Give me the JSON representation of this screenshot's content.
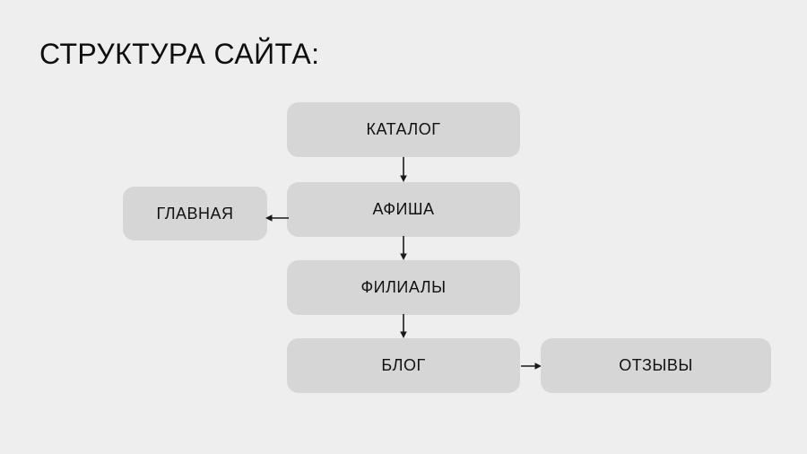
{
  "slide": {
    "title": "СТРУКТУРА САЙТА:",
    "background_color": "#efeeee",
    "node_fill_color": "#d6d6d6",
    "text_color": "#111111",
    "arrow_color": "#1a1a1a"
  },
  "nodes": {
    "catalog": {
      "label": "КАТАЛОГ"
    },
    "main": {
      "label": "ГЛАВНАЯ"
    },
    "poster": {
      "label": "АФИША"
    },
    "branches": {
      "label": "ФИЛИАЛЫ"
    },
    "blog": {
      "label": "БЛОГ"
    },
    "reviews": {
      "label": "ОТЗЫВЫ"
    }
  },
  "connectors": [
    {
      "name": "catalog-to-poster",
      "from": "КАТАЛОГ",
      "to": "АФИША",
      "direction": "down"
    },
    {
      "name": "poster-to-main",
      "from": "АФИША",
      "to": "ГЛАВНАЯ",
      "direction": "left"
    },
    {
      "name": "poster-to-branches",
      "from": "АФИША",
      "to": "ФИЛИАЛЫ",
      "direction": "down"
    },
    {
      "name": "branches-to-blog",
      "from": "ФИЛИАЛЫ",
      "to": "БЛОГ",
      "direction": "down"
    },
    {
      "name": "blog-to-reviews",
      "from": "БЛОГ",
      "to": "ОТЗЫВЫ",
      "direction": "right"
    }
  ]
}
